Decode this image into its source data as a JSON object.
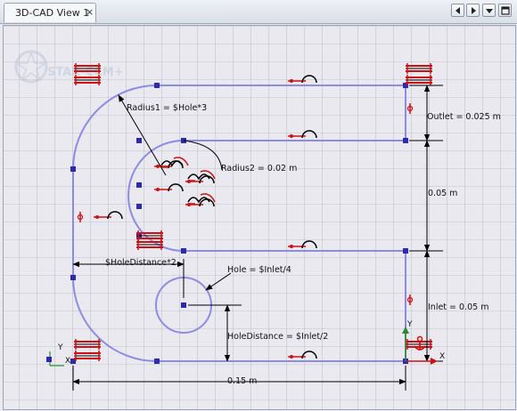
{
  "tab": {
    "title": "3D-CAD View 1",
    "close_glyph": "×"
  },
  "toolbar": {
    "buttons": [
      {
        "name": "previous-view-button",
        "icon": "arrow-left-icon"
      },
      {
        "name": "next-view-button",
        "icon": "arrow-right-icon"
      },
      {
        "name": "view-menu-button",
        "icon": "chevron-down-icon"
      },
      {
        "name": "maximize-button",
        "icon": "maximize-icon"
      }
    ]
  },
  "watermark": {
    "text": "STAR-CCM+"
  },
  "annotations": {
    "radius1": "Radius1 = $Hole*3",
    "radius2": "Radius2 = 0.02 m",
    "outlet": "Outlet = 0.025 m",
    "dim_005": "0.05 m",
    "hole_distance_2": "$HoleDistance*2",
    "hole": "Hole = $Inlet/4",
    "inlet": "Inlet = 0.05 m",
    "hole_distance": "HoleDistance = $Inlet/2",
    "dim_015": "0.15 m"
  },
  "axes": {
    "x_label": "X",
    "y_label": "Y"
  },
  "colors": {
    "grid": "#9e9eaa",
    "sketch": "#8c8ce6",
    "vertex": "#2a2ab4",
    "constraint": "#d01010",
    "dimension": "#000000",
    "background": "#e9e9ef"
  }
}
